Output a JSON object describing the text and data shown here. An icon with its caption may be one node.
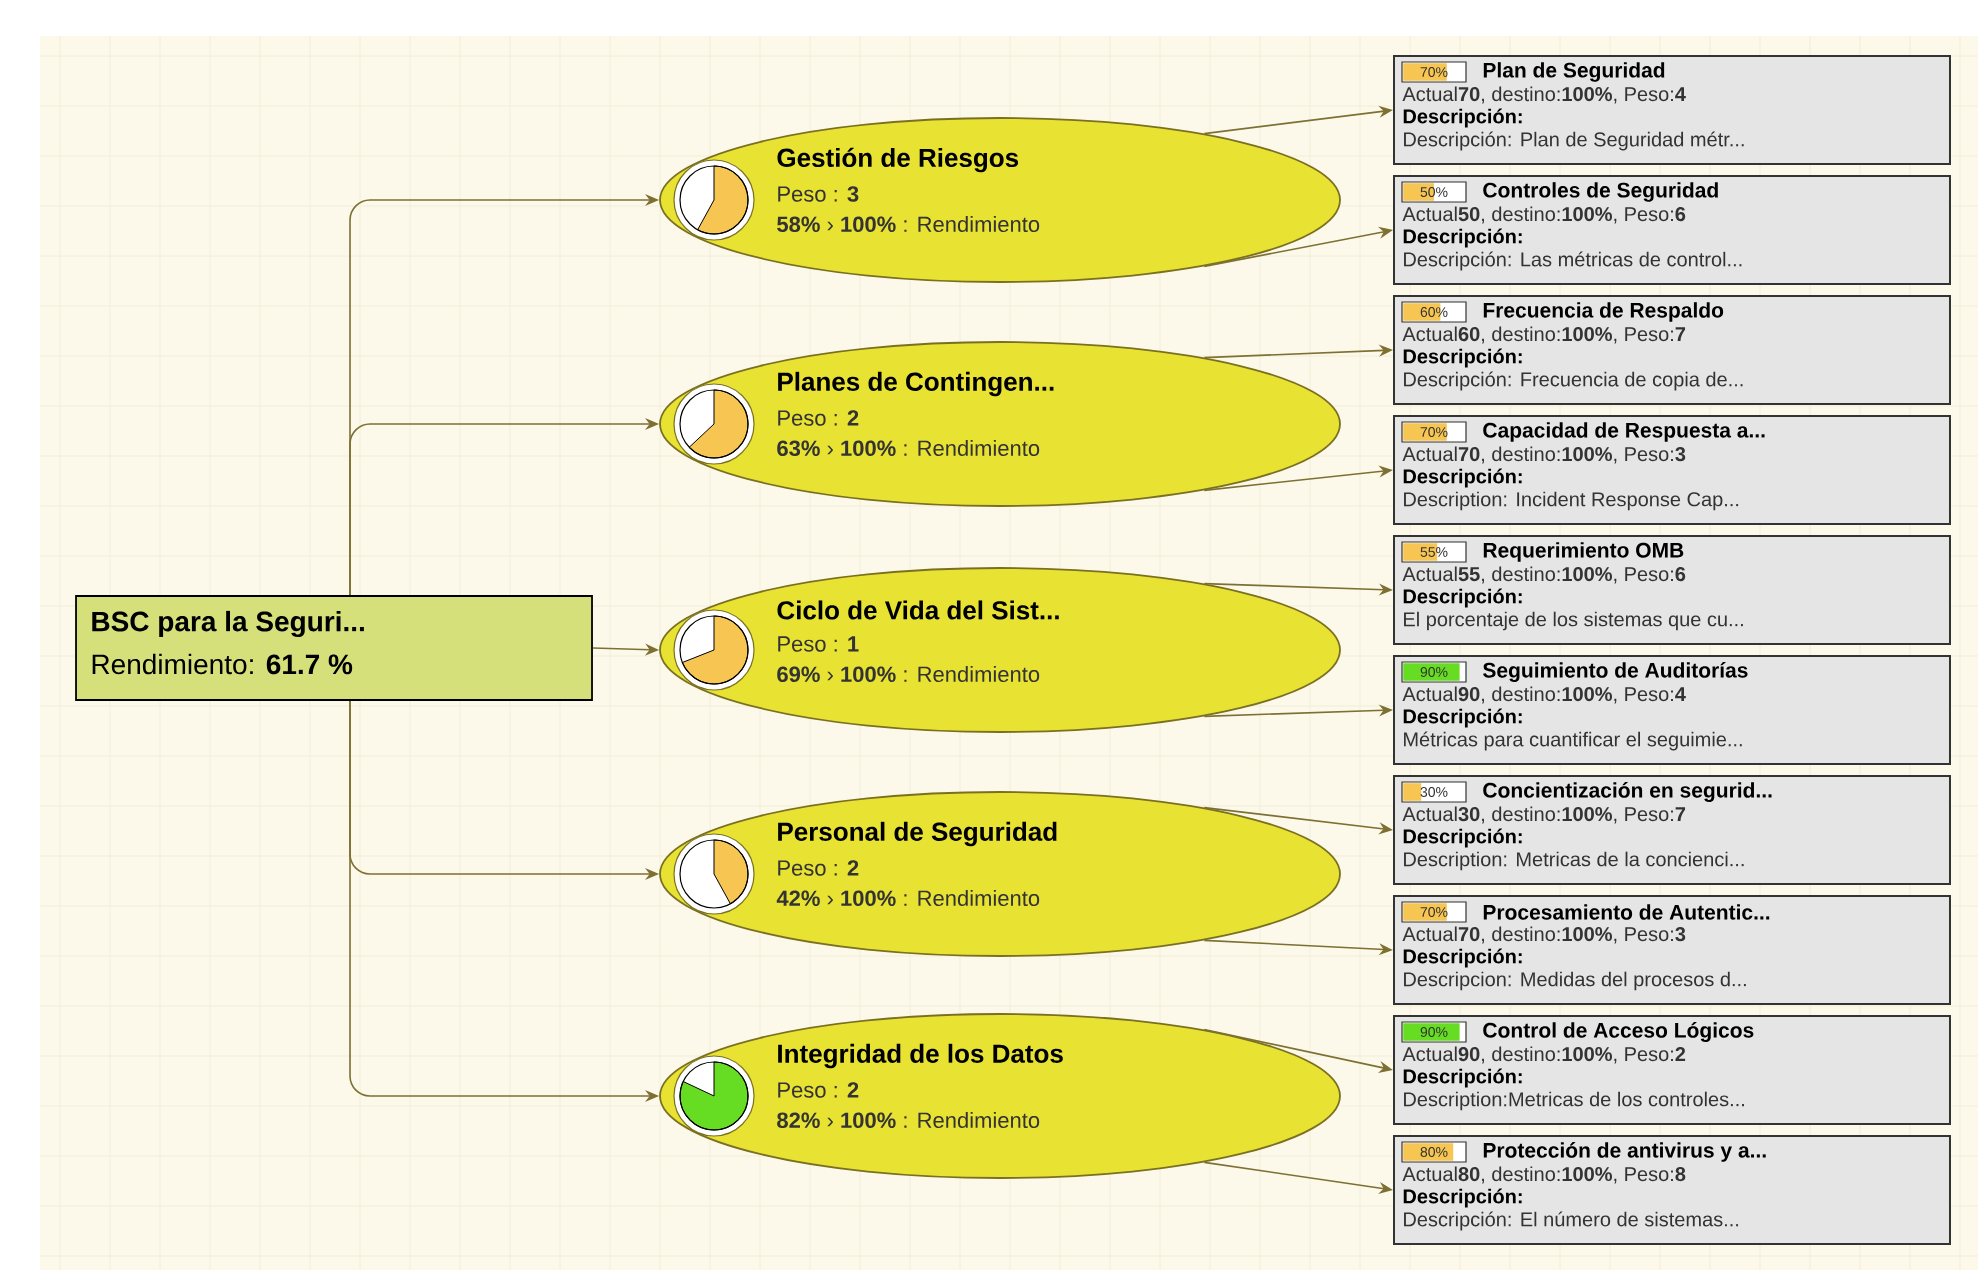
{
  "diagram": {
    "nodes": [
      {
        "text": [
          "BSC para la Seguri...",
          "Rendimiento:  **61.7 %**"
        ]
      },
      {
        "text": [
          "Gestión de Riesgos",
          "Peso : **3**",
          "**58%**  › **100%** : Rendimiento"
        ]
      },
      {
        "text": [
          "Planes de Contingen...",
          "Peso : **2**",
          "**63%**  › **100%** : Rendimiento"
        ]
      },
      {
        "text": [
          "Ciclo de Vida del Sist...",
          "Peso : **1**",
          "**69%**  › **100%** : Rendimiento"
        ]
      },
      {
        "text": [
          "Personal de Seguridad",
          "Peso : **2**",
          "**42%**  › **100%** : Rendimiento"
        ]
      },
      {
        "text": [
          "Integridad de los Datos",
          "Peso : **2**",
          "**82%**  › **100%** : Rendimiento"
        ]
      },
      {
        "text": [
          "70%",
          "Plan de Seguridad",
          "Actual**70**, destino:**100%**, Peso:**4**",
          "Descripción:",
          "Descripción: Plan de Seguridad métr..."
        ]
      },
      {
        "text": [
          "50%",
          "Controles de Seguridad",
          "Actual**50**, destino:**100%**, Peso:**6**",
          "Descripción:",
          "Descripción: Las métricas de control..."
        ]
      },
      {
        "text": [
          "60%",
          "Frecuencia de Respaldo",
          "Actual**60**, destino:**100%**, Peso:**7**",
          "Descripción:",
          "Descripción: Frecuencia de copia de..."
        ]
      },
      {
        "text": [
          "70%",
          "Capacidad de Respuesta a...",
          "Actual**70**, destino:**100%**, Peso:**3**",
          "Descripción:",
          "Description: Incident Response Cap..."
        ]
      },
      {
        "text": [
          "55%",
          "Requerimiento OMB",
          "Actual**55**, destino:**100%**, Peso:**6**",
          "Descripción:",
          "El porcentaje de los sistemas que cu..."
        ]
      },
      {
        "text": [
          "90%",
          "Seguimiento de Auditorías",
          "Actual**90**, destino:**100%**, Peso:**4**",
          "Descripción:",
          "Métricas para cuantificar el seguimie..."
        ]
      },
      {
        "text": [
          "30%",
          "Concientización en segurid...",
          "Actual**30**, destino:**100%**, Peso:**7**",
          "Descripción:",
          "Description: Metricas de la concienci..."
        ]
      },
      {
        "text": [
          "70%",
          "Procesamiento de Autentic...",
          "Actual**70**, destino:**100%**, Peso:**3**",
          "Descripción:",
          "Descripcion: Medidas del procesos d..."
        ]
      },
      {
        "text": [
          "90%",
          "Control de Acceso  Lógicos",
          "Actual**90**, destino:**100%**, Peso:**2**",
          "Descripción:",
          "Description:Metricas de los controles..."
        ]
      },
      {
        "text": [
          "80%",
          "Protección de antivirus y a...",
          "Actual**80**, destino:**100%**, Peso:**8**",
          "Descripción:",
          "Descripción: El número de sistemas..."
        ]
      }
    ],
    "edges": [
      {
        "from": 0,
        "to": 1,
        "arrow": "to"
      },
      {
        "from": 0,
        "to": 2,
        "arrow": "to"
      },
      {
        "from": 0,
        "to": 3,
        "arrow": "to"
      },
      {
        "from": 0,
        "to": 4,
        "arrow": "to"
      },
      {
        "from": 0,
        "to": 5,
        "arrow": "to"
      },
      {
        "from": 1,
        "to": 6,
        "arrow": "to"
      },
      {
        "from": 1,
        "to": 7,
        "arrow": "to"
      },
      {
        "from": 2,
        "to": 8,
        "arrow": "to"
      },
      {
        "from": 2,
        "to": 9,
        "arrow": "to"
      },
      {
        "from": 3,
        "to": 10,
        "arrow": "to"
      },
      {
        "from": 3,
        "to": 11,
        "arrow": "to"
      },
      {
        "from": 4,
        "to": 12,
        "arrow": "to"
      },
      {
        "from": 4,
        "to": 13,
        "arrow": "to"
      },
      {
        "from": 5,
        "to": 14,
        "arrow": "to"
      },
      {
        "from": 5,
        "to": 15,
        "arrow": "to"
      }
    ]
  }
}
